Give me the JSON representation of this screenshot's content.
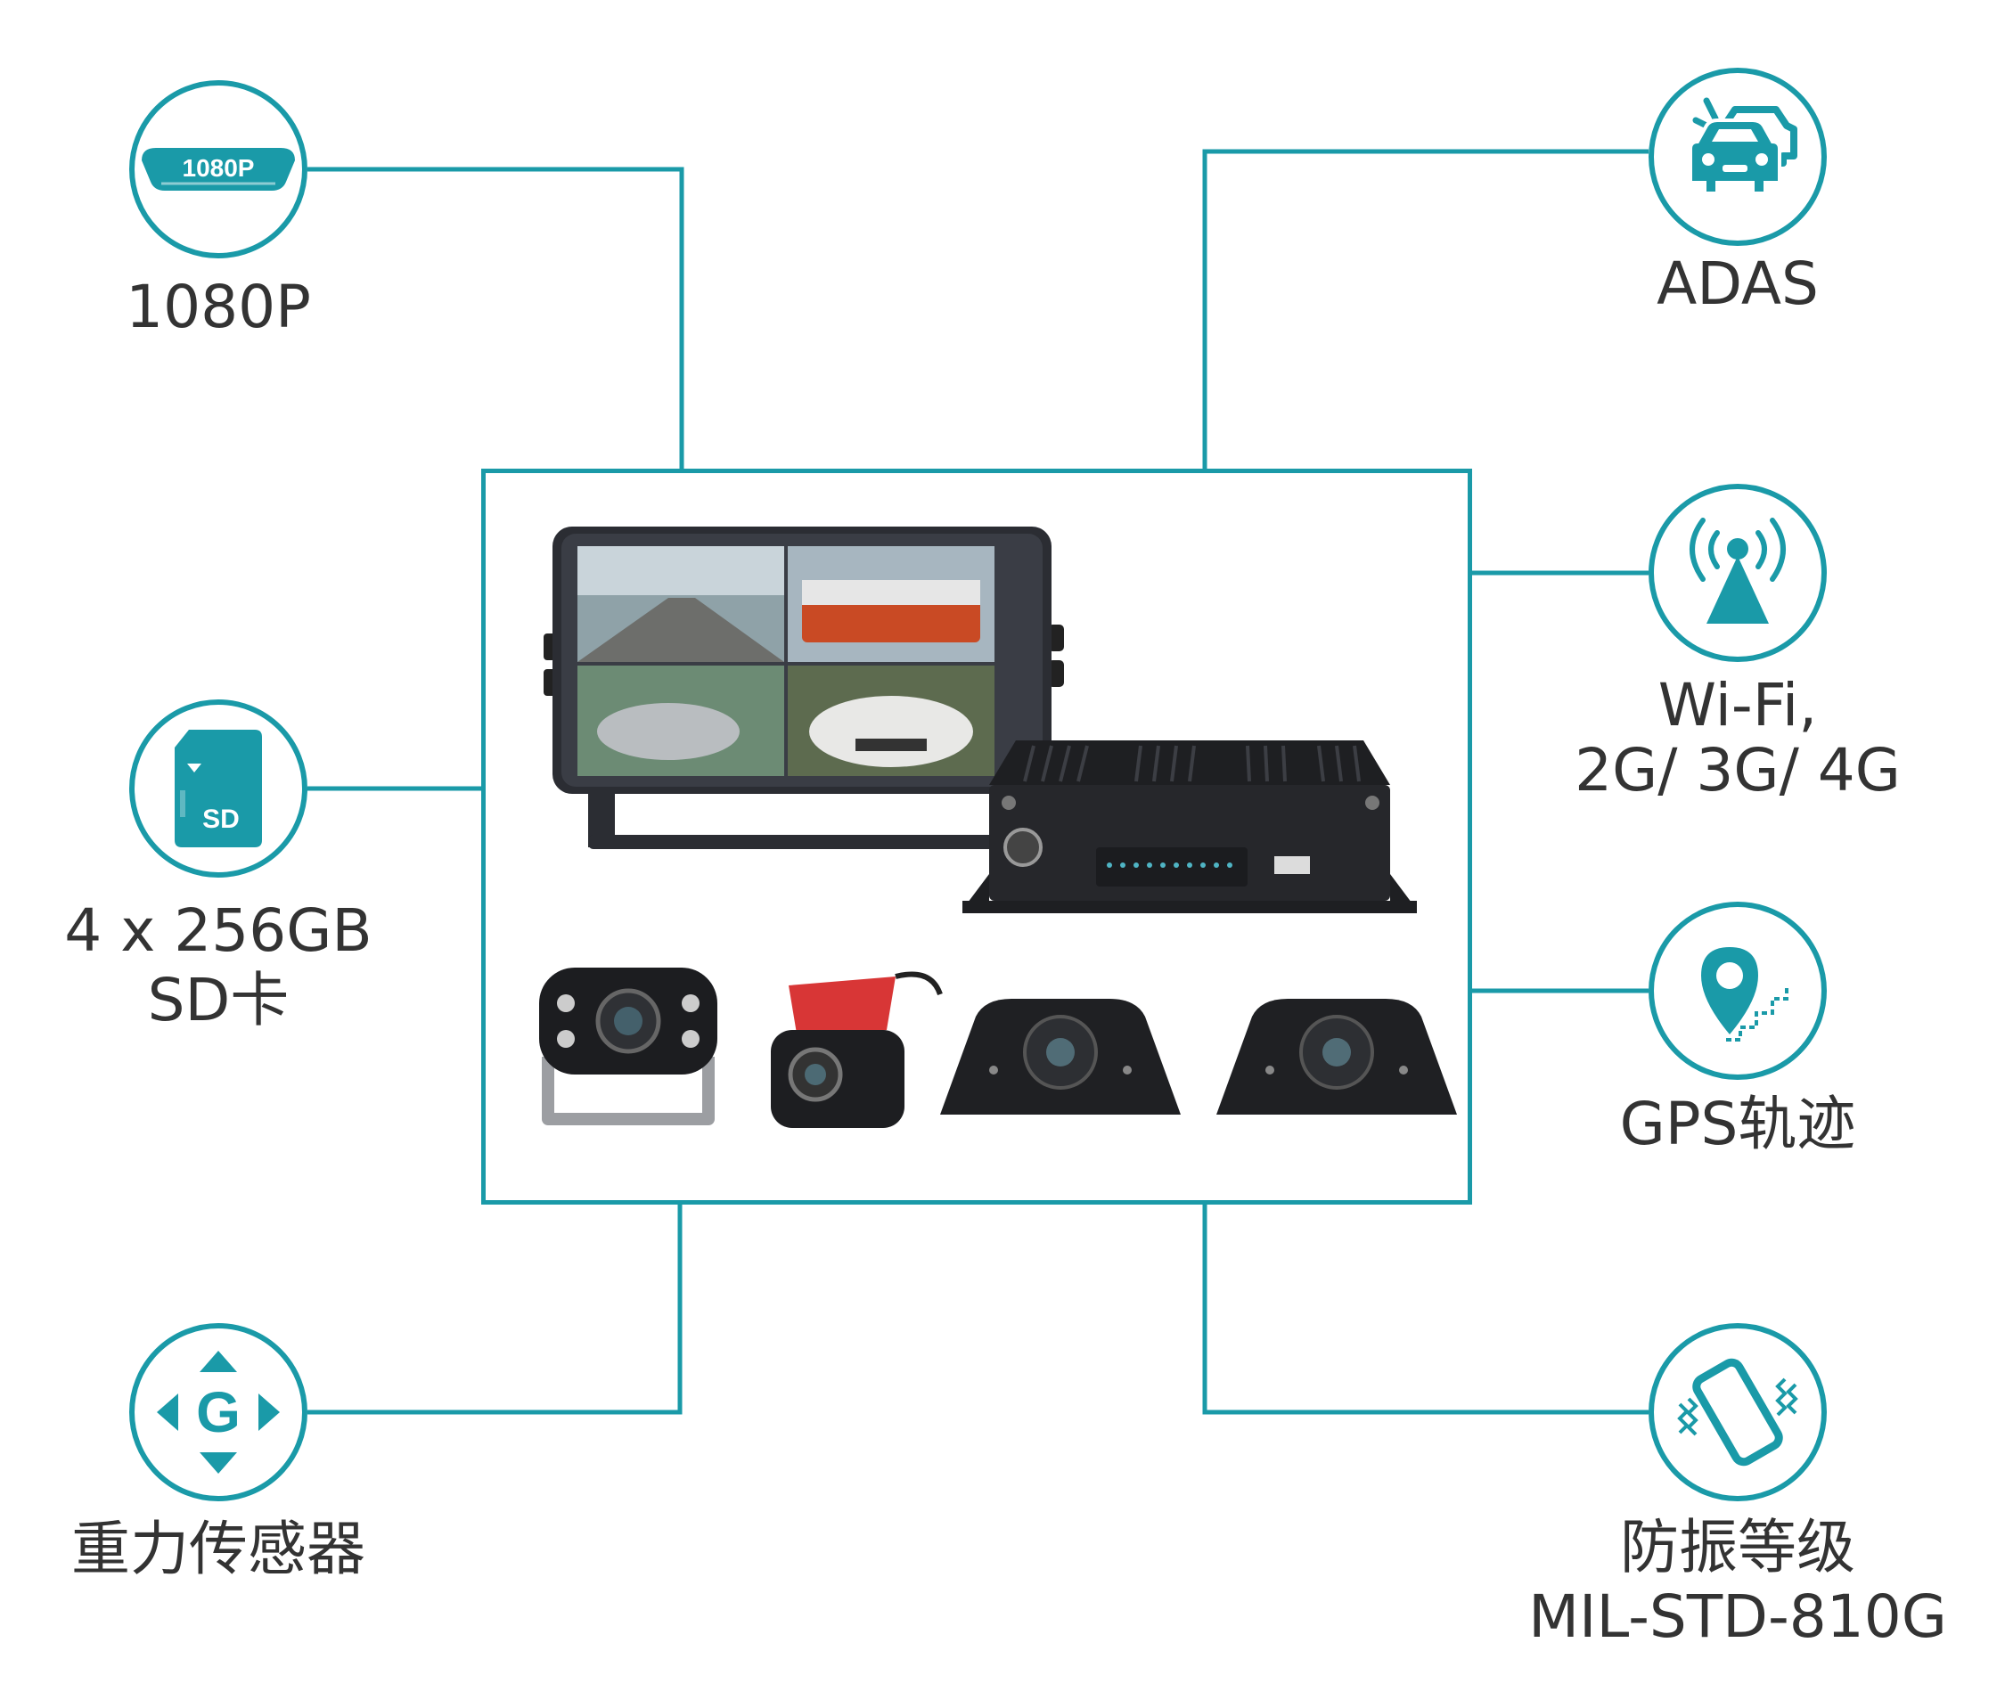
{
  "colors": {
    "accent": "#1a9aa8",
    "label_text": "#333333",
    "icon_fill": "#1a9aa8"
  },
  "features": {
    "resolution": {
      "icon": "1080p-badge-icon",
      "badge_text": "1080P",
      "label": "1080P"
    },
    "adas": {
      "icon": "car-collision-icon",
      "label": "ADAS"
    },
    "storage": {
      "icon": "sd-card-icon",
      "badge_text": "SD",
      "label_line1": "4 x 256GB",
      "label_line2": "SD卡"
    },
    "wireless": {
      "icon": "signal-tower-icon",
      "label_line1": "Wi-Fi,",
      "label_line2": "2G/ 3G/ 4G"
    },
    "gravity": {
      "icon": "g-sensor-icon",
      "badge_text": "G",
      "label": "重力传感器"
    },
    "gps": {
      "icon": "location-pin-icon",
      "label": "GPS轨迹"
    },
    "vibration": {
      "icon": "vibrating-phone-icon",
      "label_line1": "防振等级",
      "label_line2": "MIL-STD-810G"
    }
  },
  "products": {
    "monitor": {
      "icon": "quad-split-monitor-icon"
    },
    "mdvr": {
      "icon": "mobile-dvr-icon"
    },
    "cameras": [
      "rear-view-camera-icon",
      "dash-camera-icon",
      "side-camera-icon",
      "side-camera-icon"
    ]
  }
}
